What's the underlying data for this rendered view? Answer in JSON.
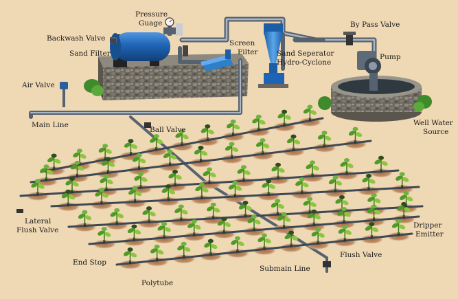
{
  "colors": {
    "background": "#efd8b4",
    "pipe": "#5d6a78",
    "pipe_highlight": "#9aa8b6",
    "filter_blue": "#1f64b4",
    "cyclone_blue": "#2d7fc8",
    "stone": "#6f6b62",
    "soil": "#b78358",
    "plant_green": "#4e9a25",
    "leaf_light": "#8cc63f"
  },
  "icons": [
    "sand-filter-icon",
    "screen-filter-icon",
    "hydrocyclone-icon",
    "pump-icon",
    "well-icon",
    "air-valve-icon",
    "plant-icon",
    "dripper-icon"
  ],
  "labels": {
    "pressure_gauge_1": "Pressure",
    "pressure_gauge_2": "Guage",
    "backwash_valve": "Backwash Valve",
    "sand_filter": "Sand Filter",
    "screen_filter_1": "Screen",
    "screen_filter_2": "Filter",
    "sand_separator_1": "Sand Seperator",
    "sand_separator_2": "Hydro-Cyclone",
    "by_pass_valve": "By Pass Valve",
    "pump": "Pump",
    "air_valve": "Air Valve",
    "main_line": "Main Line",
    "ball_valve": "Ball Valve",
    "well_water_source_1": "Well Water",
    "well_water_source_2": "Source",
    "lateral_flush_valve_1": "Lateral",
    "lateral_flush_valve_2": "Flush Valve",
    "dripper_emitter_1": "Dripper",
    "dripper_emitter_2": "Emitter",
    "end_stop": "End Stop",
    "submain_line": "Submain Line",
    "flush_valve": "Flush Valve",
    "polytube": "Polytube"
  }
}
